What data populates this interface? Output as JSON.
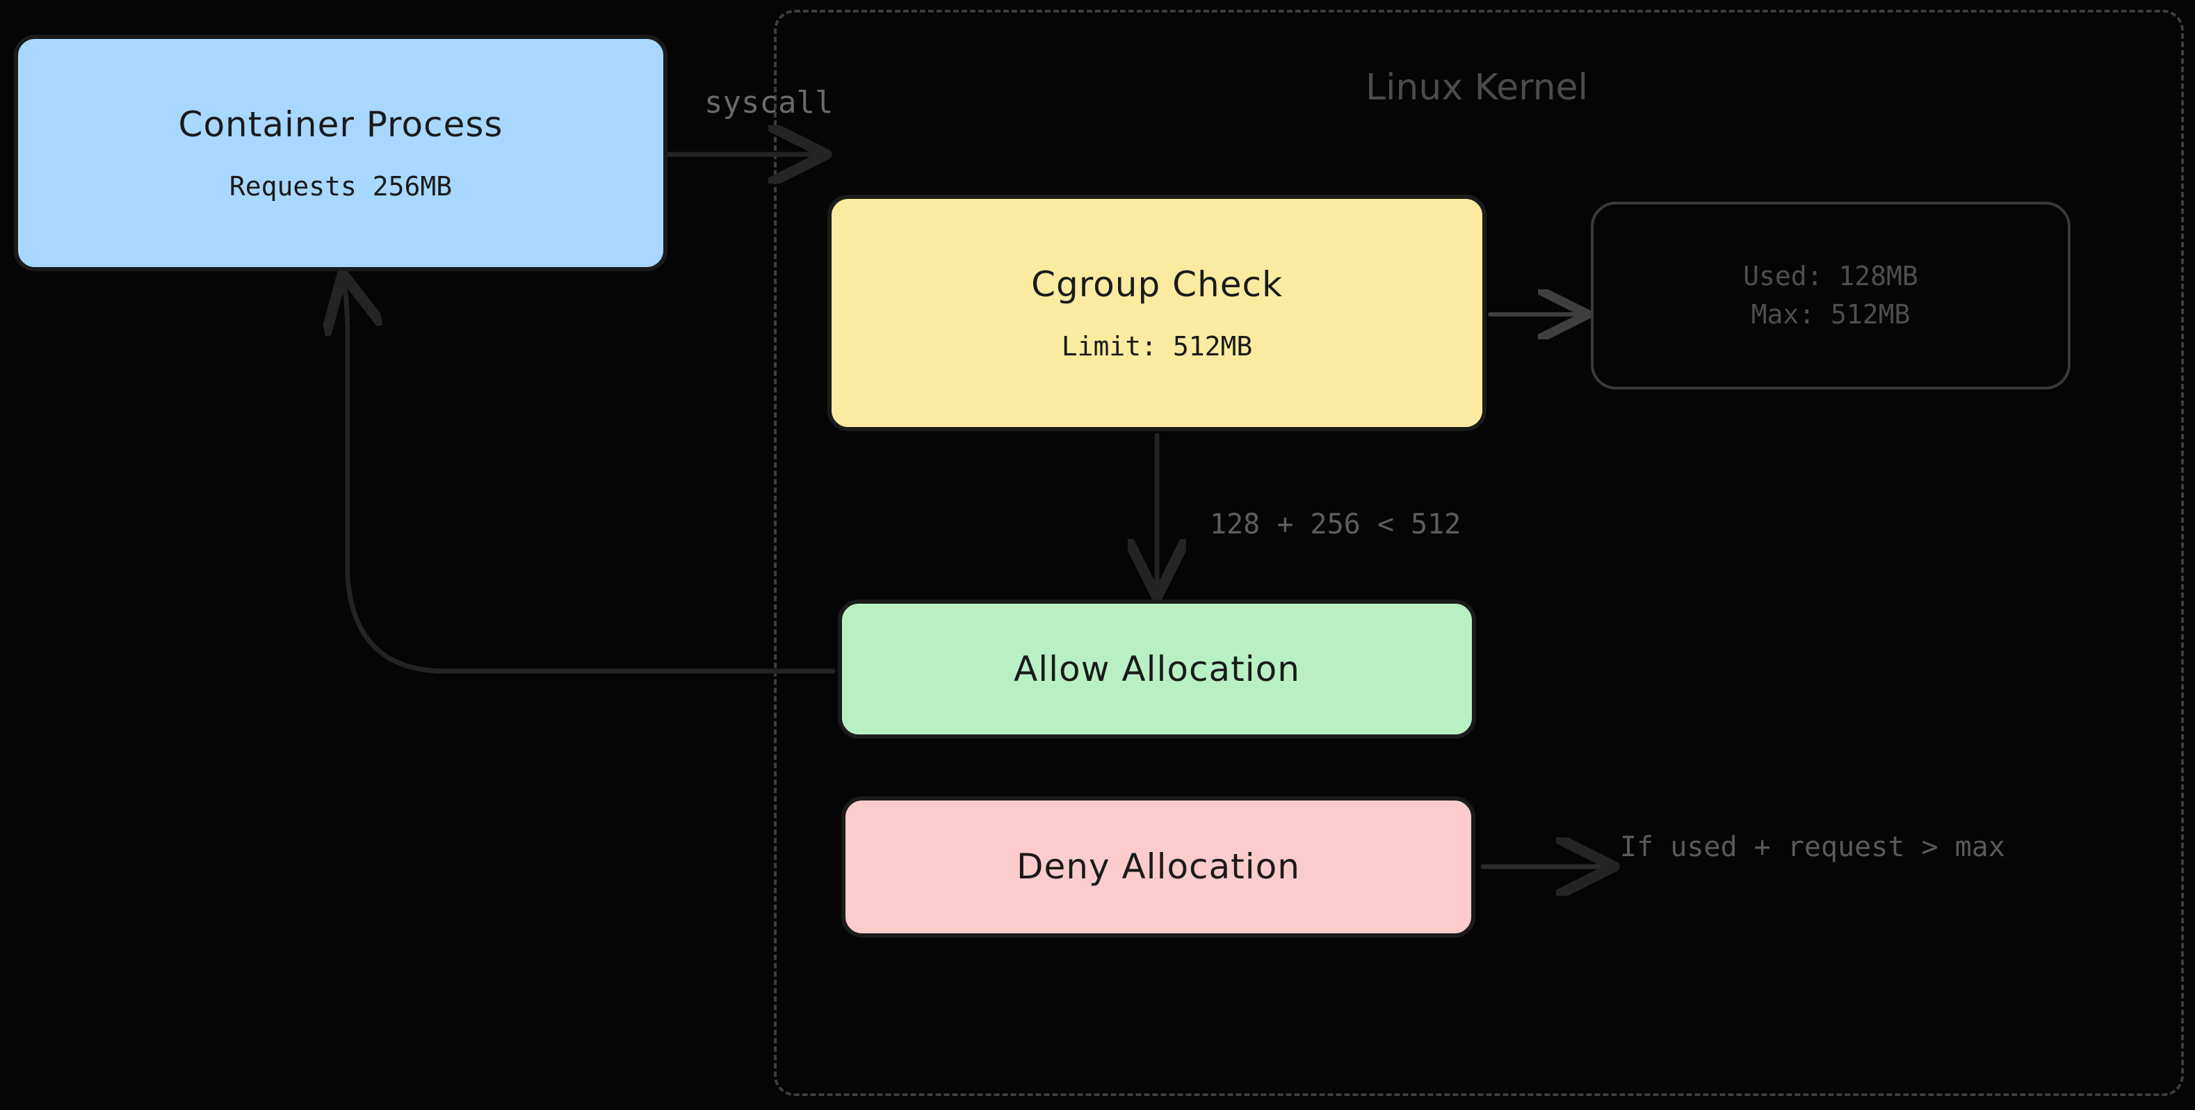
{
  "diagram": {
    "title_visible": "Linux Kernel",
    "background_color": "#050505",
    "subgraph": {
      "label": "Linux Kernel",
      "border_style": "dashed",
      "border_color": "#3d3d3d"
    },
    "nodes": [
      {
        "id": "container-process",
        "title": "Container Process",
        "subtitle": "Requests 256MB",
        "fill": "#a8d8ff",
        "stroke": "#1b1b1b",
        "text_color": "#1a1a1a"
      },
      {
        "id": "cgroup-check",
        "title": "Cgroup Check",
        "subtitle": "Limit: 512MB",
        "fill": "#fbeba0",
        "stroke": "#1b1b1b",
        "text_color": "#1a1a1a"
      },
      {
        "id": "memory-usage",
        "line1": "Used: 128MB",
        "line2": "Max: 512MB",
        "fill": "#050505",
        "stroke": "#3a3a3a",
        "text_color": "#4f4f4f"
      },
      {
        "id": "allow-allocation",
        "title": "Allow Allocation",
        "fill": "#b8f0c3",
        "stroke": "#1b1b1b",
        "text_color": "#1a1a1a"
      },
      {
        "id": "deny-allocation",
        "title": "Deny Allocation",
        "fill": "#fccccc",
        "stroke": "#1b1b1b",
        "text_color": "#1a1a1a"
      }
    ],
    "edges": [
      {
        "id": "edge-syscall",
        "from": "container-process",
        "to": "cgroup-check",
        "label": "syscall"
      },
      {
        "id": "edge-cgroup-to-memory",
        "from": "cgroup-check",
        "to": "memory-usage",
        "label": ""
      },
      {
        "id": "edge-cgroup-to-allow",
        "from": "cgroup-check",
        "to": "allow-allocation",
        "label": "128 + 256 < 512"
      },
      {
        "id": "edge-allow-to-container",
        "from": "allow-allocation",
        "to": "container-process",
        "label": ""
      },
      {
        "id": "edge-deny-condition",
        "from": "deny-allocation",
        "to": "",
        "label": "If used + request > max"
      }
    ]
  }
}
